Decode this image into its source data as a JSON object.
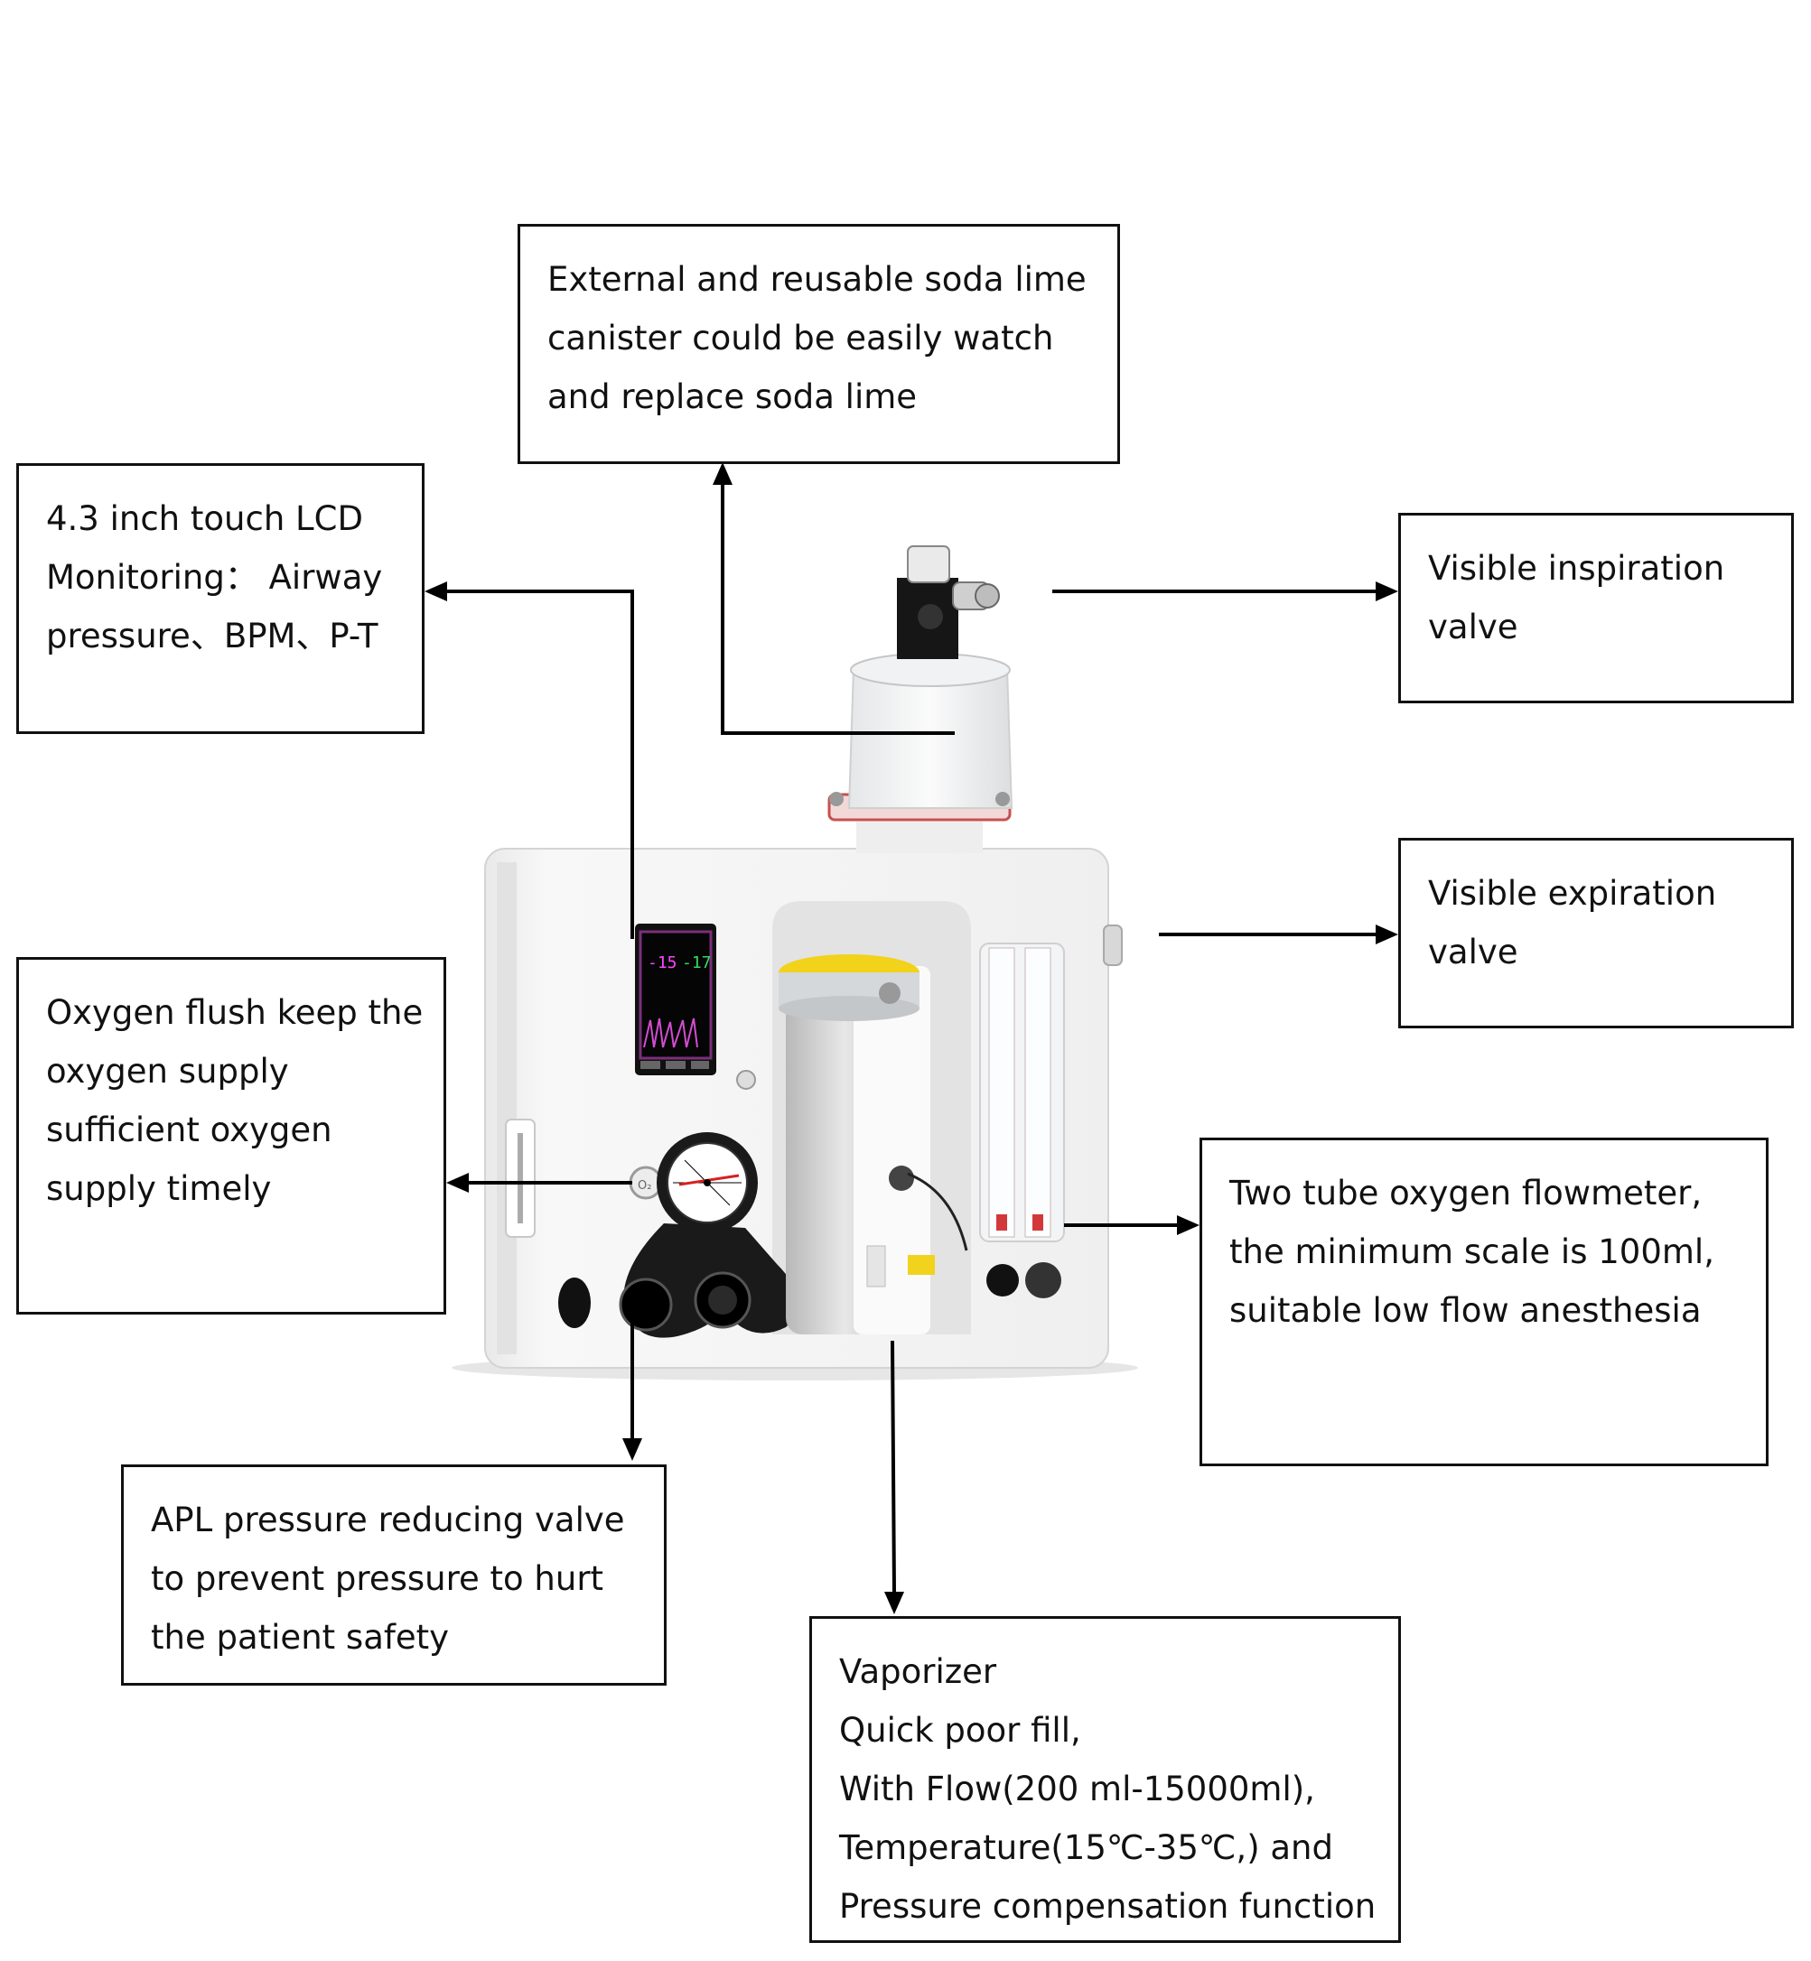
{
  "callouts": {
    "soda_lime": [
      "External and reusable soda lime",
      "canister could be easily watch",
      "and replace soda lime"
    ],
    "lcd": [
      "4.3 inch touch LCD",
      "Monitoring： Airway",
      "pressure、BPM、P-T"
    ],
    "inspiration": [
      "Visible inspiration",
      "valve"
    ],
    "expiration": [
      "Visible expiration",
      "valve"
    ],
    "oxygen_flush": [
      "Oxygen flush keep the",
      "oxygen supply",
      "sufficient oxygen",
      "supply timely"
    ],
    "flowmeter": [
      "Two tube oxygen flowmeter,",
      "the minimum scale is 100ml,",
      "suitable low flow anesthesia"
    ],
    "apl": [
      "APL pressure reducing valve",
      "to prevent pressure to hurt",
      "the patient safety"
    ],
    "vaporizer": [
      "Vaporizer",
      "Quick poor fill,",
      "With Flow(200 ml-15000ml),",
      "Temperature(15℃-35℃,) and",
      "Pressure compensation function"
    ]
  },
  "device": {
    "screen_left_value": "-15",
    "screen_right_value": "-17",
    "screen_border_color": "#7a2f7a",
    "vaporizer_cap_color": "#f2d21a",
    "gauge_needle_color": "#d62020",
    "device_body_color": "#f6f6f6"
  }
}
